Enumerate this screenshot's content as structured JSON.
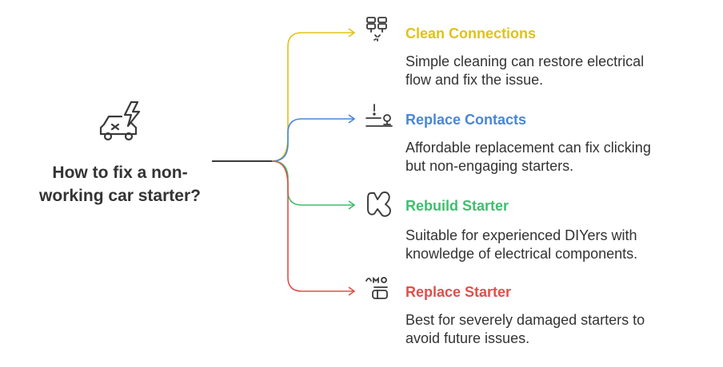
{
  "root": {
    "label": "How to fix a non-working car starter?",
    "icon": "car-electric-icon"
  },
  "branches": [
    {
      "title": "Clean Connections",
      "description": "Simple cleaning can restore electrical flow and fix the issue.",
      "color": "#E0C21B",
      "icon": "battery-cleaning-icon"
    },
    {
      "title": "Replace Contacts",
      "description": "Affordable replacement can fix clicking but non-engaging starters.",
      "color": "#4A86D8",
      "icon": "contact-switch-icon"
    },
    {
      "title": "Rebuild Starter",
      "description": "Suitable for experienced DIYers with knowledge of electrical components.",
      "color": "#3FBF6E",
      "icon": "rebuild-tool-icon"
    },
    {
      "title": "Replace Starter",
      "description": "Best for severely damaged starters to avoid future issues.",
      "color": "#E0504A",
      "icon": "starter-motor-icon"
    }
  ]
}
